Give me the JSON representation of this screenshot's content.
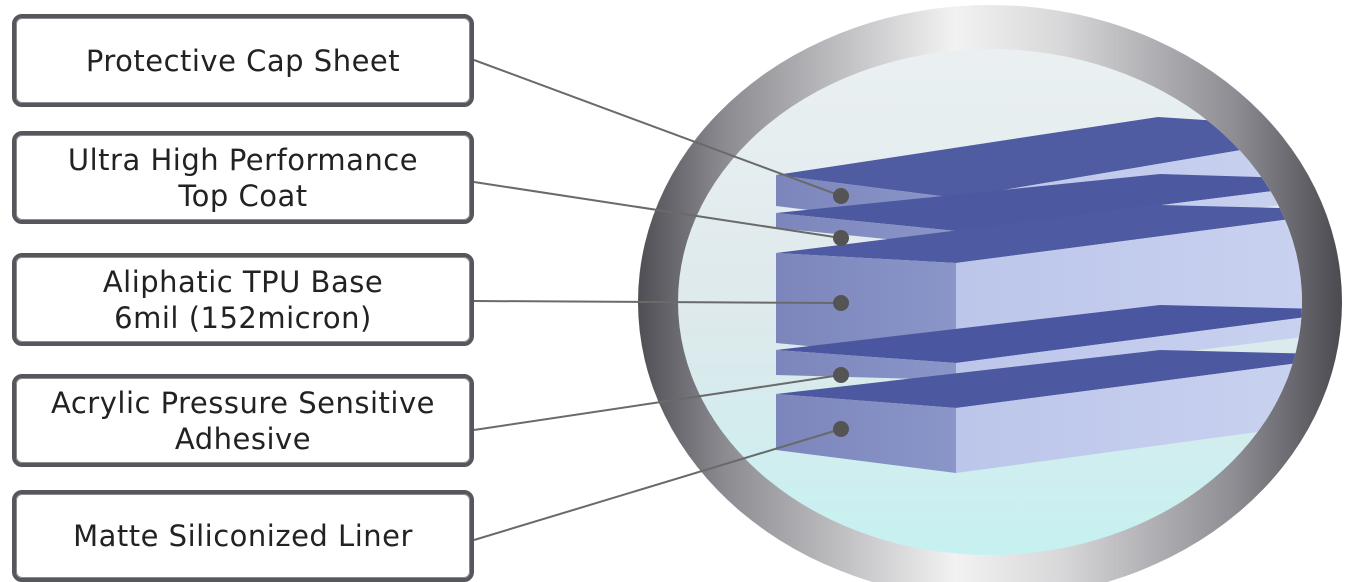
{
  "layers": [
    {
      "id": "protective-cap-sheet",
      "lines": [
        "Protective Cap Sheet"
      ]
    },
    {
      "id": "top-coat",
      "lines": [
        "Ultra High Performance",
        "Top Coat"
      ]
    },
    {
      "id": "tpu-base",
      "lines": [
        "Aliphatic TPU Base",
        "6mil (152micron)"
      ]
    },
    {
      "id": "adhesive",
      "lines": [
        "Acrylic Pressure Sensitive",
        "Adhesive"
      ]
    },
    {
      "id": "liner",
      "lines": [
        "Matte Siliconized Liner"
      ]
    }
  ],
  "colors": {
    "layer_top": "#4e5aa0",
    "layer_front": "#7f8bc0",
    "layer_side": "#c4ccec",
    "marker": "#545454",
    "leader": "#6a6a6a",
    "frame_dark": "#5a5a60",
    "frame_light": "#f0f0f0"
  }
}
